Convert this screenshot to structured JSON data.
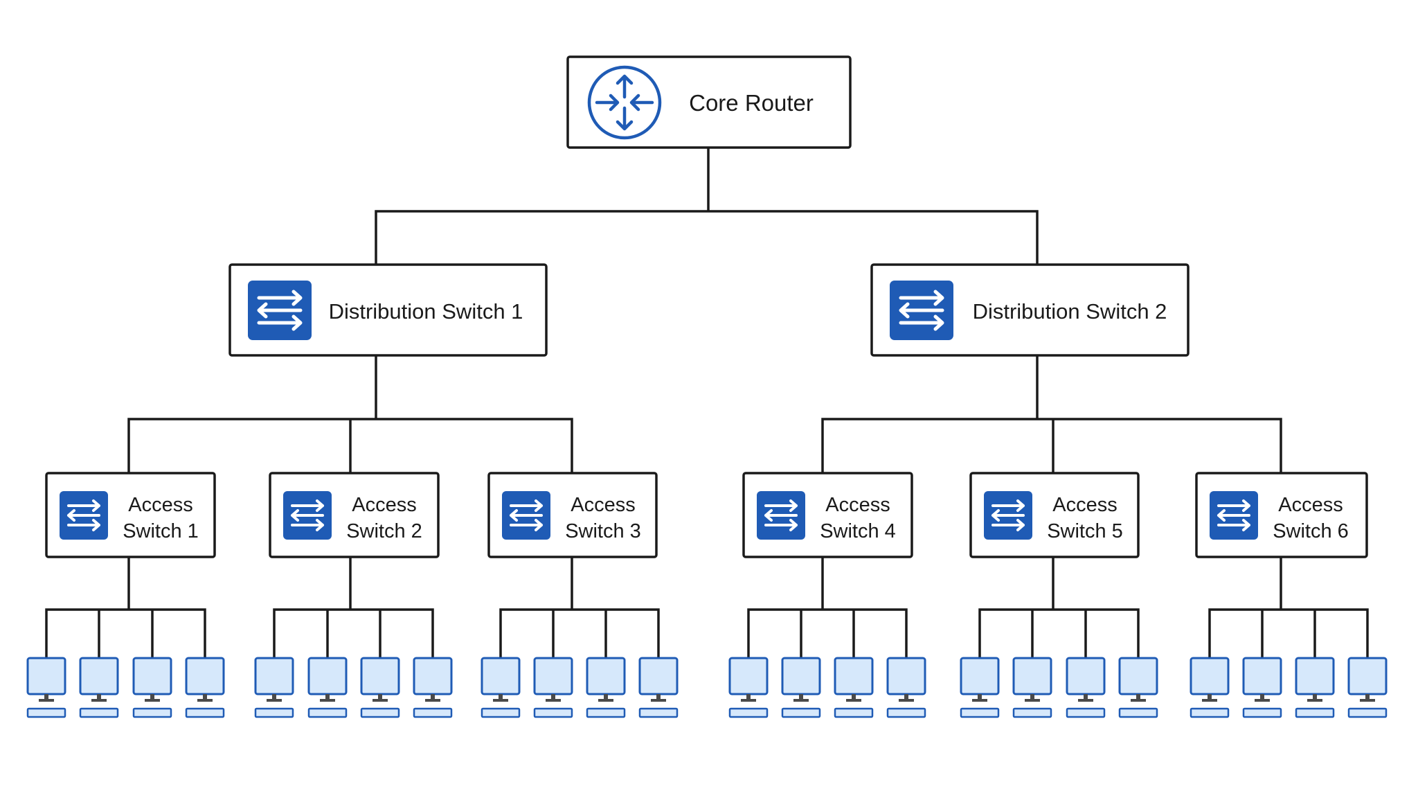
{
  "core_router": {
    "label": "Core Router",
    "icon": "router-icon"
  },
  "distribution_switches": [
    {
      "label": "Distribution Switch 1",
      "icon": "switch-icon"
    },
    {
      "label": "Distribution Switch 2",
      "icon": "switch-icon"
    }
  ],
  "access_switches": [
    {
      "line1": "Access",
      "line2": "Switch 1",
      "icon": "switch-icon",
      "computers": 4
    },
    {
      "line1": "Access",
      "line2": "Switch 2",
      "icon": "switch-icon",
      "computers": 4
    },
    {
      "line1": "Access",
      "line2": "Switch 3",
      "icon": "switch-icon",
      "computers": 4
    },
    {
      "line1": "Access",
      "line2": "Switch 4",
      "icon": "switch-icon",
      "computers": 4
    },
    {
      "line1": "Access",
      "line2": "Switch 5",
      "icon": "switch-icon",
      "computers": 4
    },
    {
      "line1": "Access",
      "line2": "Switch 6",
      "icon": "switch-icon",
      "computers": 4
    }
  ],
  "colors": {
    "accent": "#1f5bb5",
    "icon_bg": "#1f5bb5",
    "monitor_fill": "#d6e8fb",
    "line": "#1a1a1a"
  }
}
